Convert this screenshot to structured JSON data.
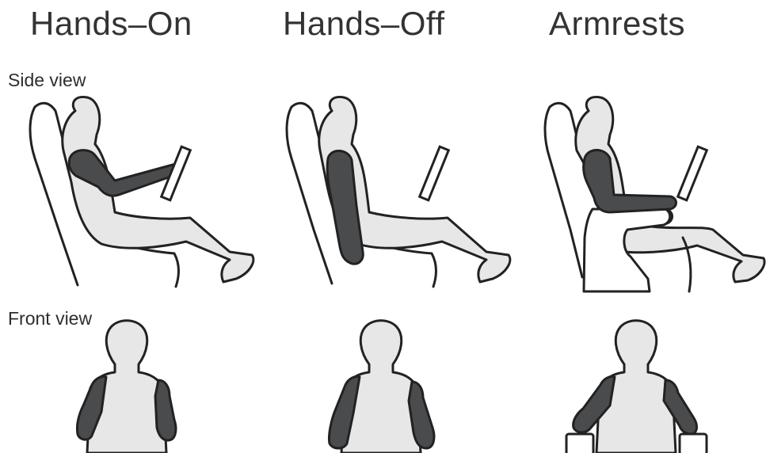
{
  "columns": [
    {
      "title": "Hands–On"
    },
    {
      "title": "Hands–Off"
    },
    {
      "title": "Armrests"
    }
  ],
  "rows": {
    "side": "Side view",
    "front": "Front view"
  },
  "colors": {
    "body": "#e6e7e6",
    "arm": "#4a4b4d",
    "outline": "#222222",
    "seat": "#ffffff"
  }
}
